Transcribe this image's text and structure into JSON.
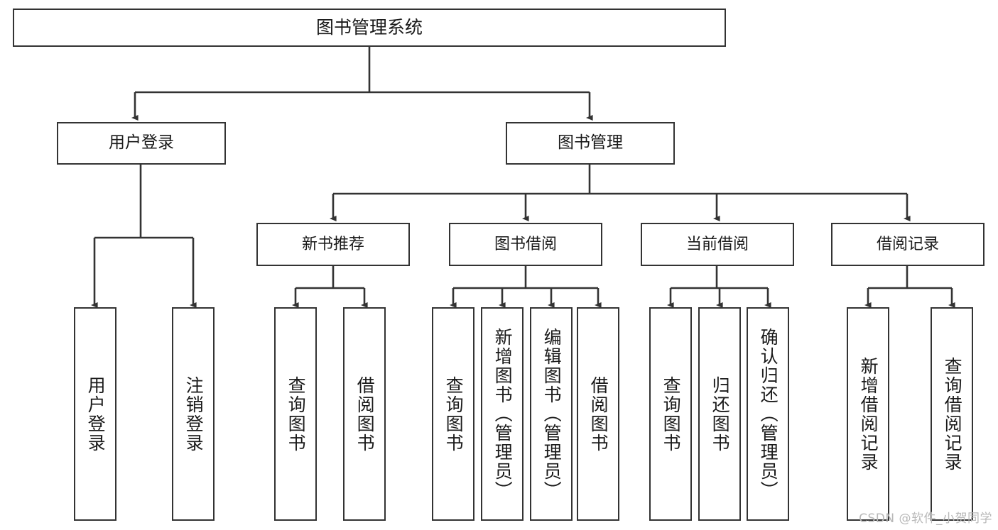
{
  "diagram": {
    "type": "hierarchy-tree",
    "title": "图书管理系统",
    "colors": {
      "background": "#ffffff",
      "line": "#333333",
      "box_border": "#333333",
      "box_fill": "#ffffff",
      "text": "#1a1a1a",
      "watermark": "#b8b8b8"
    },
    "root": {
      "label": "图书管理系统"
    },
    "level1": [
      {
        "label": "用户登录"
      },
      {
        "label": "图书管理"
      }
    ],
    "level2": [
      {
        "label": "新书推荐"
      },
      {
        "label": "图书借阅"
      },
      {
        "label": "当前借阅"
      },
      {
        "label": "借阅记录"
      }
    ],
    "leaves": {
      "user_login": [
        {
          "label": "用户登录"
        },
        {
          "label": "注销登录"
        }
      ],
      "new_book_recommend": [
        {
          "label": "查询图书"
        },
        {
          "label": "借阅图书"
        }
      ],
      "book_borrow": [
        {
          "label": "查询图书"
        },
        {
          "label": "新增图书（管理员）"
        },
        {
          "label": "编辑图书（管理员）"
        },
        {
          "label": "借阅图书"
        }
      ],
      "current_borrow": [
        {
          "label": "查询图书"
        },
        {
          "label": "归还图书"
        },
        {
          "label": "确认归还（管理员）"
        }
      ],
      "borrow_record": [
        {
          "label": "新增借阅记录"
        },
        {
          "label": "查询借阅记录"
        }
      ]
    }
  },
  "watermark": {
    "text": "CSDN @软件_小贺同学"
  }
}
